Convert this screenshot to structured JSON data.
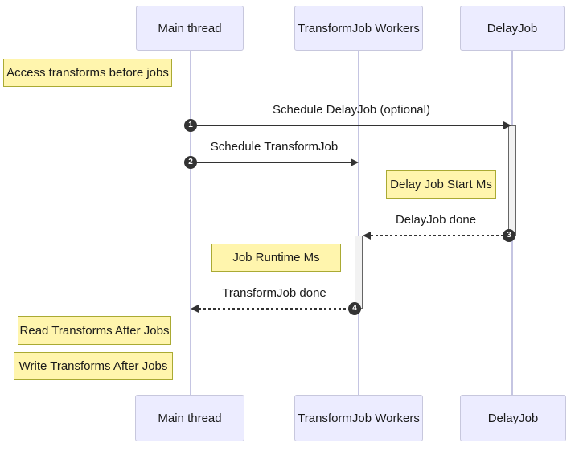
{
  "diagram": {
    "type": "sequence-diagram",
    "actors": [
      {
        "id": "main-thread",
        "label": "Main thread"
      },
      {
        "id": "transformjob-workers",
        "label": "TransformJob Workers"
      },
      {
        "id": "delayjob",
        "label": "DelayJob"
      }
    ],
    "messages": [
      {
        "seq": "1",
        "label": "Schedule DelayJob (optional)",
        "from": "Main thread",
        "to": "DelayJob",
        "style": "solid"
      },
      {
        "seq": "2",
        "label": "Schedule TransformJob",
        "from": "Main thread",
        "to": "TransformJob Workers",
        "style": "solid"
      },
      {
        "seq": "3",
        "label": "DelayJob done",
        "from": "DelayJob",
        "to": "TransformJob Workers",
        "style": "dashed"
      },
      {
        "seq": "4",
        "label": "TransformJob done",
        "from": "TransformJob Workers",
        "to": "Main thread",
        "style": "dashed"
      }
    ],
    "notes": [
      {
        "text": "Access transforms before jobs"
      },
      {
        "text": "Delay Job Start Ms"
      },
      {
        "text": "Job Runtime Ms"
      },
      {
        "text": "Read Transforms After Jobs"
      },
      {
        "text": "Write Transforms After Jobs"
      }
    ],
    "colors": {
      "actor_fill": "#ECECFF",
      "actor_border": "#C7C7DD",
      "note_fill": "#FFF5AD",
      "note_border": "#AAAA33",
      "lifeline": "#C5C5E2",
      "line": "#333333",
      "activation_fill": "#F2F2F2",
      "activation_border": "#666666",
      "background": "#FFFFFF"
    }
  }
}
